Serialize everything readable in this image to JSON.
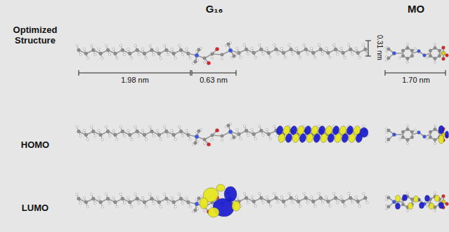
{
  "diagram": {
    "labels": [
      "G₁₆",
      "MO",
      "Optimized Structure",
      "HOMO",
      "LUMO",
      "1.98 nm",
      "0.63 nm",
      "0.31 nm",
      "1.70 nm"
    ]
  }
}
